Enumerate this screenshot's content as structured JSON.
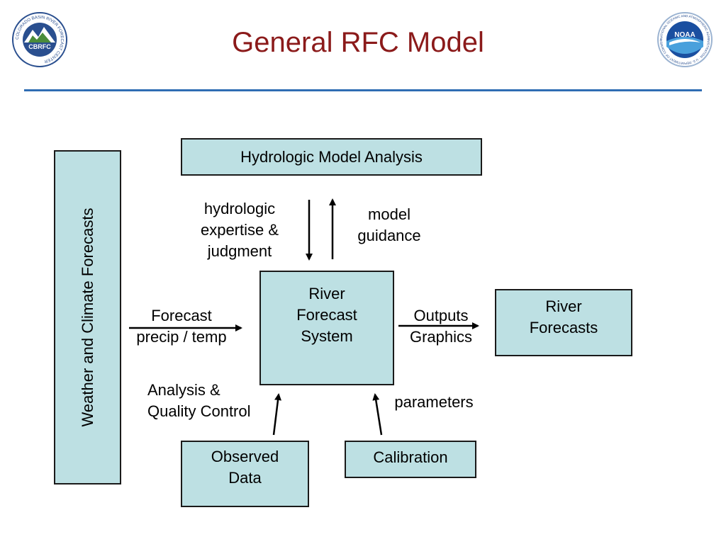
{
  "title": "General RFC Model",
  "logos": {
    "left": {
      "top_text": "COLORADO BASIN RIVER FORECAST CENTER",
      "center_text": "CBRFC"
    },
    "right": {
      "center_text": "NOAA",
      "ring_text": "NATIONAL OCEANIC AND ATMOSPHERIC ADMINISTRATION · U.S. DEPARTMENT OF COMMERCE"
    }
  },
  "boxes": {
    "weather": "Weather and Climate Forecasts",
    "hydrologic_analysis": "Hydrologic Model Analysis",
    "rfs": [
      "River",
      "Forecast",
      "System"
    ],
    "river_forecasts": [
      "River",
      "Forecasts"
    ],
    "observed_data": [
      "Observed",
      "Data"
    ],
    "calibration": "Calibration"
  },
  "labels": {
    "hydrologic_expertise": [
      "hydrologic",
      "expertise &",
      "judgment"
    ],
    "model_guidance": [
      "model",
      "guidance"
    ],
    "forecast_precip": [
      "Forecast",
      "precip / temp"
    ],
    "outputs": [
      "Outputs",
      "Graphics"
    ],
    "analysis_qc": [
      "Analysis &",
      "Quality Control"
    ],
    "parameters": "parameters"
  },
  "colors": {
    "title": "#8b1a1a",
    "rule": "#2f6db3",
    "box_fill": "#bde0e3"
  }
}
